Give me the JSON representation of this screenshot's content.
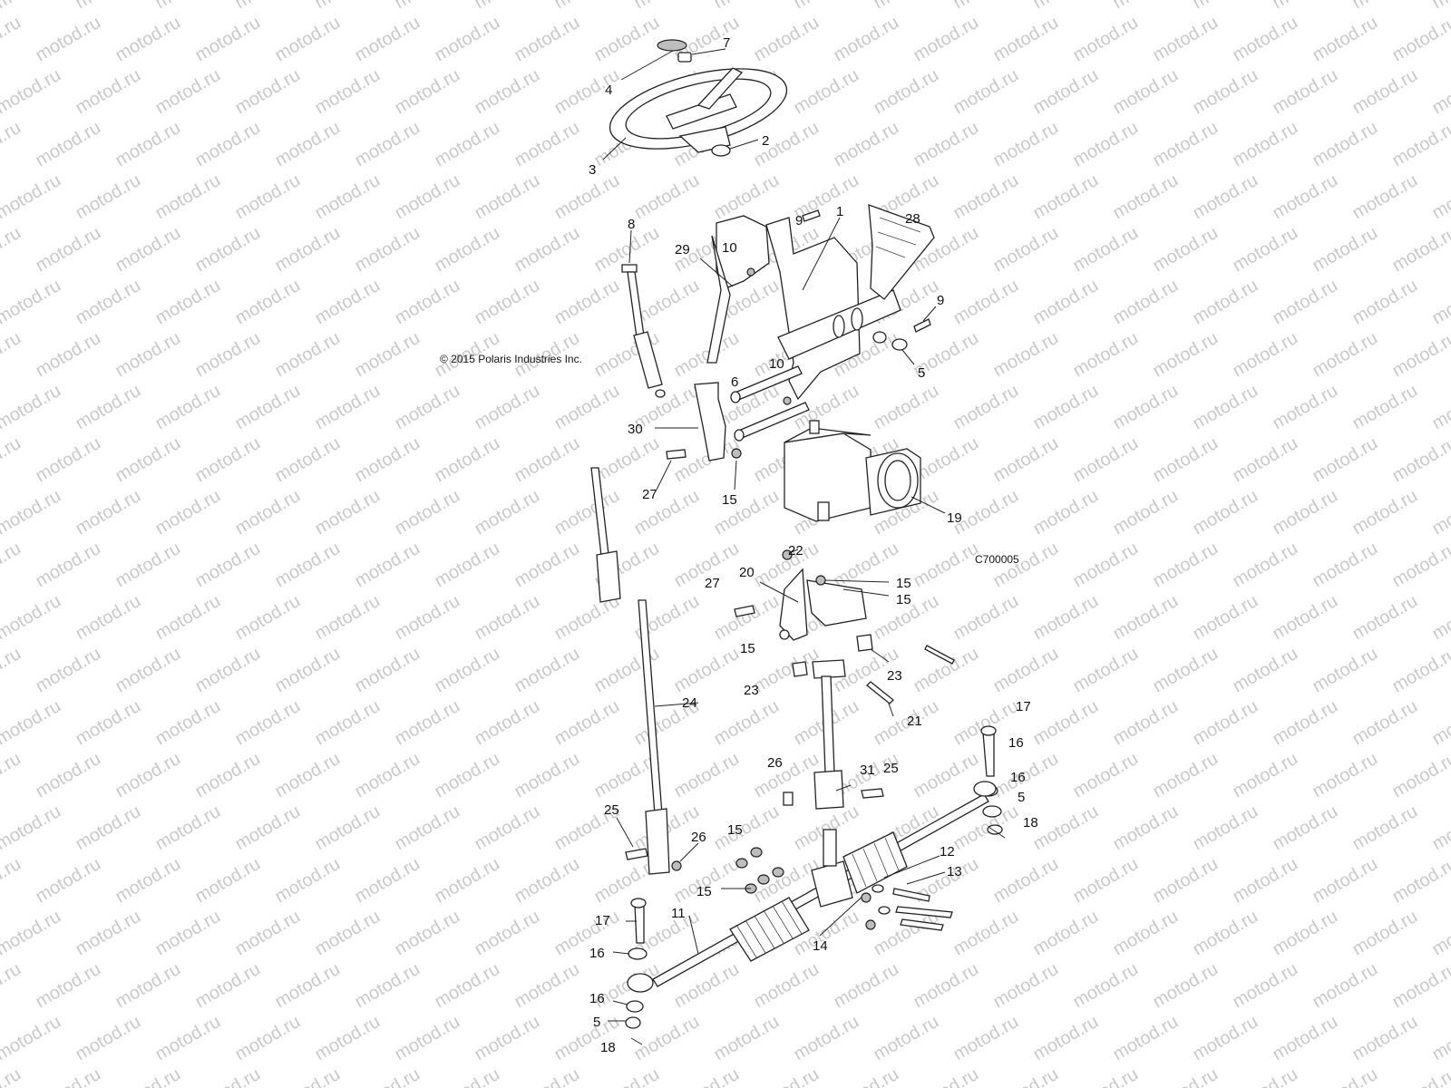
{
  "watermark": {
    "text": "motod.ru",
    "color": "#c9c9c9"
  },
  "copyright": "© 2015 Polaris Industries Inc.",
  "figure_code": "C700005",
  "callouts": [
    {
      "id": "c7",
      "text": "7"
    },
    {
      "id": "c4",
      "text": "4"
    },
    {
      "id": "c2",
      "text": "2"
    },
    {
      "id": "c3",
      "text": "3"
    },
    {
      "id": "c8",
      "text": "8"
    },
    {
      "id": "c29",
      "text": "29"
    },
    {
      "id": "c10a",
      "text": "10"
    },
    {
      "id": "c9a",
      "text": "9"
    },
    {
      "id": "c1",
      "text": "1"
    },
    {
      "id": "c28",
      "text": "28"
    },
    {
      "id": "c9b",
      "text": "9"
    },
    {
      "id": "c5a",
      "text": "5"
    },
    {
      "id": "c10b",
      "text": "10"
    },
    {
      "id": "c6",
      "text": "6"
    },
    {
      "id": "c30",
      "text": "30"
    },
    {
      "id": "c27a",
      "text": "27"
    },
    {
      "id": "c15a",
      "text": "15"
    },
    {
      "id": "c19",
      "text": "19"
    },
    {
      "id": "c22",
      "text": "22"
    },
    {
      "id": "c20",
      "text": "20"
    },
    {
      "id": "c27b",
      "text": "27"
    },
    {
      "id": "c15b",
      "text": "15"
    },
    {
      "id": "c15c",
      "text": "15"
    },
    {
      "id": "c15d",
      "text": "15"
    },
    {
      "id": "c23a",
      "text": "23"
    },
    {
      "id": "c23b",
      "text": "23"
    },
    {
      "id": "c21",
      "text": "21"
    },
    {
      "id": "c24",
      "text": "24"
    },
    {
      "id": "c17a",
      "text": "17"
    },
    {
      "id": "c16a",
      "text": "16"
    },
    {
      "id": "c16b",
      "text": "16"
    },
    {
      "id": "c5b",
      "text": "5"
    },
    {
      "id": "c18a",
      "text": "18"
    },
    {
      "id": "c26a",
      "text": "26"
    },
    {
      "id": "c31",
      "text": "31"
    },
    {
      "id": "c25a",
      "text": "25"
    },
    {
      "id": "c25b",
      "text": "25"
    },
    {
      "id": "c26b",
      "text": "26"
    },
    {
      "id": "c15e",
      "text": "15"
    },
    {
      "id": "c15f",
      "text": "15"
    },
    {
      "id": "c12",
      "text": "12"
    },
    {
      "id": "c13",
      "text": "13"
    },
    {
      "id": "c17b",
      "text": "17"
    },
    {
      "id": "c11",
      "text": "11"
    },
    {
      "id": "c14",
      "text": "14"
    },
    {
      "id": "c16c",
      "text": "16"
    },
    {
      "id": "c16d",
      "text": "16"
    },
    {
      "id": "c5c",
      "text": "5"
    },
    {
      "id": "c18b",
      "text": "18"
    }
  ]
}
